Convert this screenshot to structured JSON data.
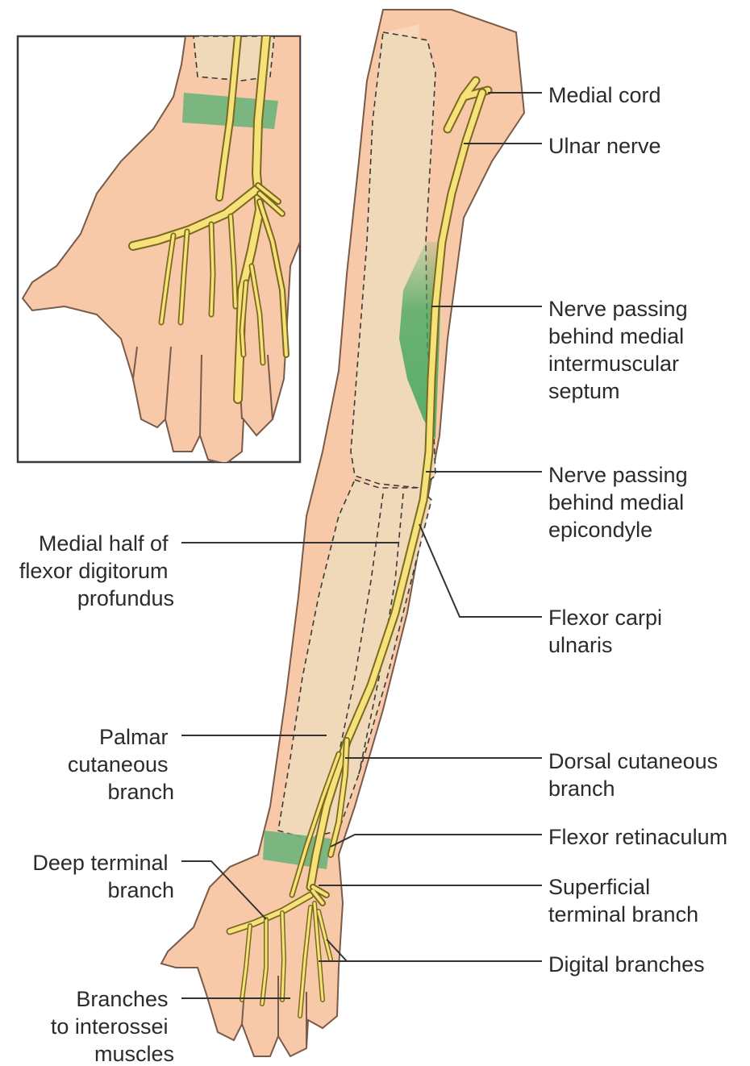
{
  "colors": {
    "skin": "#f7c9a8",
    "bone": "#efd9b8",
    "nerve": "#f7e27a",
    "septum_green": "#3fa55a",
    "retinaculum_green": "#6db37a"
  },
  "labels_right": [
    {
      "id": "medial-cord",
      "lines": [
        "Medial cord"
      ]
    },
    {
      "id": "ulnar-nerve",
      "lines": [
        "Ulnar nerve"
      ]
    },
    {
      "id": "septum",
      "lines": [
        "Nerve passing",
        "behind medial",
        "intermuscular",
        "septum"
      ]
    },
    {
      "id": "epicondyle",
      "lines": [
        "Nerve passing",
        "behind medial",
        "epicondyle"
      ]
    },
    {
      "id": "fcu",
      "lines": [
        "Flexor carpi",
        "ulnaris"
      ]
    },
    {
      "id": "dorsal-cutaneous",
      "lines": [
        "Dorsal cutaneous",
        "branch"
      ]
    },
    {
      "id": "flexor-retinaculum",
      "lines": [
        "Flexor retinaculum"
      ]
    },
    {
      "id": "superficial-terminal",
      "lines": [
        "Superficial",
        "terminal branch"
      ]
    },
    {
      "id": "digital-branches",
      "lines": [
        "Digital branches"
      ]
    }
  ],
  "labels_left": [
    {
      "id": "fdp",
      "lines": [
        "Medial half of",
        "flexor digitorum",
        "profundus"
      ]
    },
    {
      "id": "palmar-cutaneous",
      "lines": [
        "Palmar",
        "cutaneous",
        "branch"
      ]
    },
    {
      "id": "deep-terminal",
      "lines": [
        "Deep terminal",
        "branch"
      ]
    },
    {
      "id": "interossei",
      "lines": [
        "Branches",
        "to interossei",
        "muscles"
      ]
    }
  ]
}
